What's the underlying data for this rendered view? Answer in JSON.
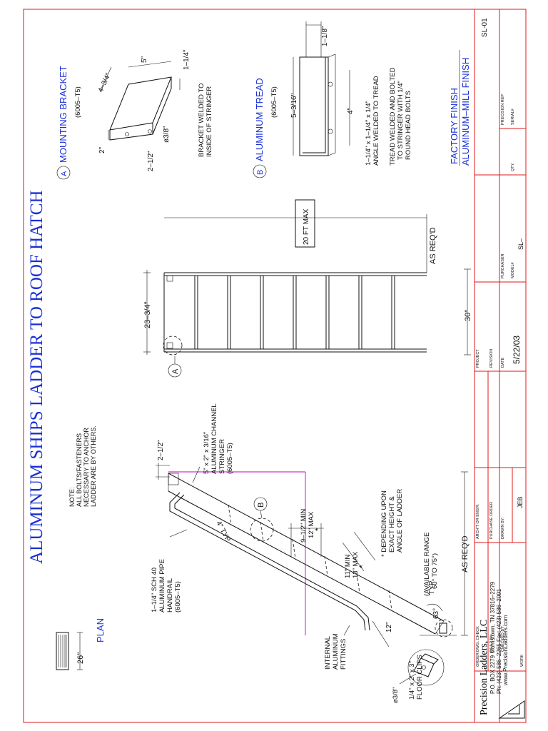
{
  "title": "ALUMINUM SHIPS LADDER TO ROOF HATCH",
  "sheet_id": "SL-01",
  "finish": {
    "line1": "FACTORY FINISH",
    "line2": "ALUMINUM–MILL FINISH"
  },
  "note": {
    "lines": [
      "NOTE:",
      "ALL BOLTS/FASTENERS",
      "NECESSARY TO ANCHOR",
      "LADDER ARE BY OTHERS."
    ]
  },
  "plan": {
    "label": "PLAN",
    "width_dim": "26\""
  },
  "detail_a": {
    "marker": "A",
    "title": "MOUNTING BRACKET",
    "alloy": "(6005–T5)",
    "dims": [
      "5\"",
      "4–3/4\"",
      "1–1/4\"",
      "2\"",
      "2–1/2\"",
      "ø3/8\""
    ],
    "note_lines": [
      "BRACKET WELDED TO",
      "INSIDE OF STRINGER"
    ]
  },
  "detail_b": {
    "marker": "B",
    "title": "ALUMINUM TREAD",
    "alloy": "(6005–T5)",
    "dims": [
      "1–1/8\"",
      "5–3/16\"",
      "4\""
    ],
    "angle_lines": [
      "1–1/4\" x 1–1/4\" x 1/4\"",
      "ANGLE WELDED TO TREAD"
    ],
    "note_lines": [
      "TREAD WELDED AND BOLTED",
      "TO STRINGER WITH 1/4\"",
      "ROUND HEAD BOLTS"
    ]
  },
  "front_view": {
    "width_dim": "23–3/4\"",
    "overall_dim": "30\"",
    "as_reqd": "AS REQ'D",
    "max_height": "20 FT MAX",
    "callout": "A"
  },
  "side_view": {
    "top_dim": "2–1/2\"",
    "stringer_lines": [
      "5\" x 2\" x 3/16\"",
      "ALUMINUM CHANNEL",
      "STRINGER",
      "(6005–T5)"
    ],
    "handrail_lines": [
      "1–1/4\" SCH 40",
      "ALUMINUM PIPE",
      "HANDRAIL",
      "(6005–T5)"
    ],
    "typ_spacing": "4\" TYP",
    "callout": "B",
    "riser_lines": [
      "9–1/2\" MIN",
      "12\" MAX"
    ],
    "tread_lines": [
      "11\" MIN",
      "13\" MAX"
    ],
    "star": "*",
    "depend_lines": [
      "* DEPENDING UPON",
      "EXACT HEIGHT &",
      "ANGLE OF LADDER"
    ],
    "range_lines": [
      "(AVAILABLE RANGE",
      "60° TO 75°)"
    ],
    "angle": "63°",
    "typ": "TYP",
    "as_reqd": "AS REQ'D",
    "bottom_dim": "12\"",
    "fittings_lines": [
      "INTERNAL",
      "ALUMINUM",
      "FITTINGS"
    ],
    "clip_lines": [
      "1/4\" x 2\" x 3\"",
      "FLOOR CLIPS"
    ],
    "clip_hole": "ø3/8\""
  },
  "company": {
    "name": "Precision Ladders, LLC",
    "lines": [
      "P.O. BOX 2279 Morristown, TN 37816–2279",
      "Ph: (423) 586–2265 Fax: (423) 586–2091",
      "www.PrecisionLadders.com"
    ]
  },
  "title_block": {
    "order": "ORDER",
    "work": "WORK",
    "dwg_check": "DWG. CHECK",
    "built_by": "BUILT BY:",
    "checked_by": "CHECKED BY:",
    "archt": "ARCH'T OR ENG'R.",
    "purchase_order": "PURCHASE ORDER",
    "drawn_by": "DRAWN BY:",
    "drawn_by_value": "JEB",
    "project": "PROJECT",
    "revision": "REVISION",
    "date": "DATE",
    "date_value": "5/22/03",
    "purchaser": "PURCHASER",
    "model": "MODEL#",
    "model_value": "SL–",
    "qty": "QTY.",
    "precision_rep": "PRECISION REP",
    "serial": "SERIAL#"
  }
}
